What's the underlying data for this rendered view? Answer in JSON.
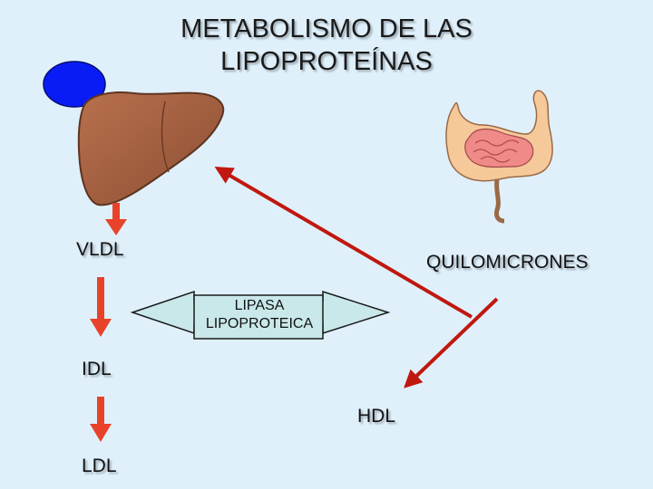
{
  "title": {
    "line1": "METABOLISMO DE LAS",
    "line2": "LIPOPROTEÍNAS"
  },
  "labels": {
    "vldl": "VLDL",
    "idl": "IDL",
    "ldl": "LDL",
    "hdl": "HDL",
    "quilomicrones": "QUILOMICRONES"
  },
  "enzyme": {
    "line1": "LIPASA",
    "line2": "LIPOPROTEICA"
  },
  "organs": {
    "liver": "liver-icon",
    "gallbladder": "gallbladder-icon",
    "intestine": "intestine-icon"
  },
  "colors": {
    "background": "#dff0fb",
    "arrow_red": "#c0180f",
    "arrow_orange": "#e8432a",
    "liver": "#a66040",
    "gallbladder": "#0a1cf5",
    "enzyme_box": "#c9e8ea",
    "intestine_outer": "#f6c99a",
    "intestine_inner": "#f08a88"
  }
}
